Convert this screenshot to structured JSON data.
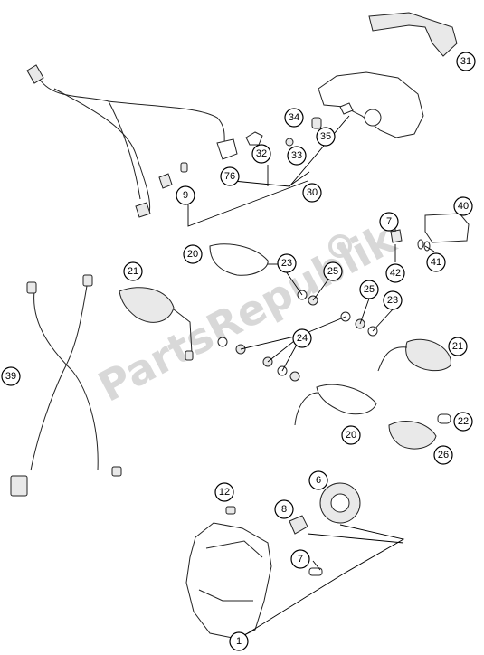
{
  "diagram": {
    "watermark": "PartsRepublik",
    "callouts": [
      {
        "id": "c31",
        "label": "31"
      },
      {
        "id": "c34",
        "label": "34"
      },
      {
        "id": "c35",
        "label": "35"
      },
      {
        "id": "c32",
        "label": "32"
      },
      {
        "id": "c33",
        "label": "33"
      },
      {
        "id": "c76",
        "label": "76"
      },
      {
        "id": "c30",
        "label": "30"
      },
      {
        "id": "c9",
        "label": "9"
      },
      {
        "id": "c7a",
        "label": "7"
      },
      {
        "id": "c40",
        "label": "40"
      },
      {
        "id": "c42",
        "label": "42"
      },
      {
        "id": "c41",
        "label": "41"
      },
      {
        "id": "c20a",
        "label": "20"
      },
      {
        "id": "c21a",
        "label": "21"
      },
      {
        "id": "c23a",
        "label": "23"
      },
      {
        "id": "c25a",
        "label": "25"
      },
      {
        "id": "c25b",
        "label": "25"
      },
      {
        "id": "c23b",
        "label": "23"
      },
      {
        "id": "c24",
        "label": "24"
      },
      {
        "id": "c39",
        "label": "39"
      },
      {
        "id": "c21b",
        "label": "21"
      },
      {
        "id": "c22",
        "label": "22"
      },
      {
        "id": "c20b",
        "label": "20"
      },
      {
        "id": "c26",
        "label": "26"
      },
      {
        "id": "c6",
        "label": "6"
      },
      {
        "id": "c12",
        "label": "12"
      },
      {
        "id": "c8",
        "label": "8"
      },
      {
        "id": "c7b",
        "label": "7"
      },
      {
        "id": "c1",
        "label": "1"
      }
    ]
  }
}
